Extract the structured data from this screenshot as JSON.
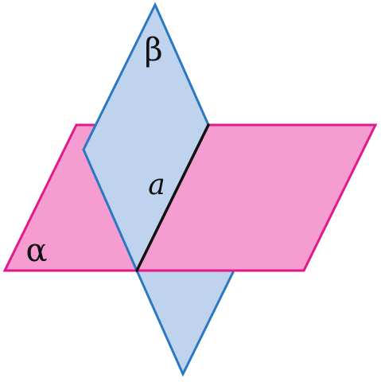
{
  "diagram": {
    "labels": {
      "plane_beta": "β",
      "plane_alpha": "α",
      "line_a": "a"
    },
    "colors": {
      "plane_alpha_fill": "#F59CD0",
      "plane_alpha_stroke": "#E2198D",
      "plane_beta_fill": "#BFD3EF",
      "plane_beta_stroke": "#2A78C2",
      "intersection_line": "#111111"
    }
  }
}
